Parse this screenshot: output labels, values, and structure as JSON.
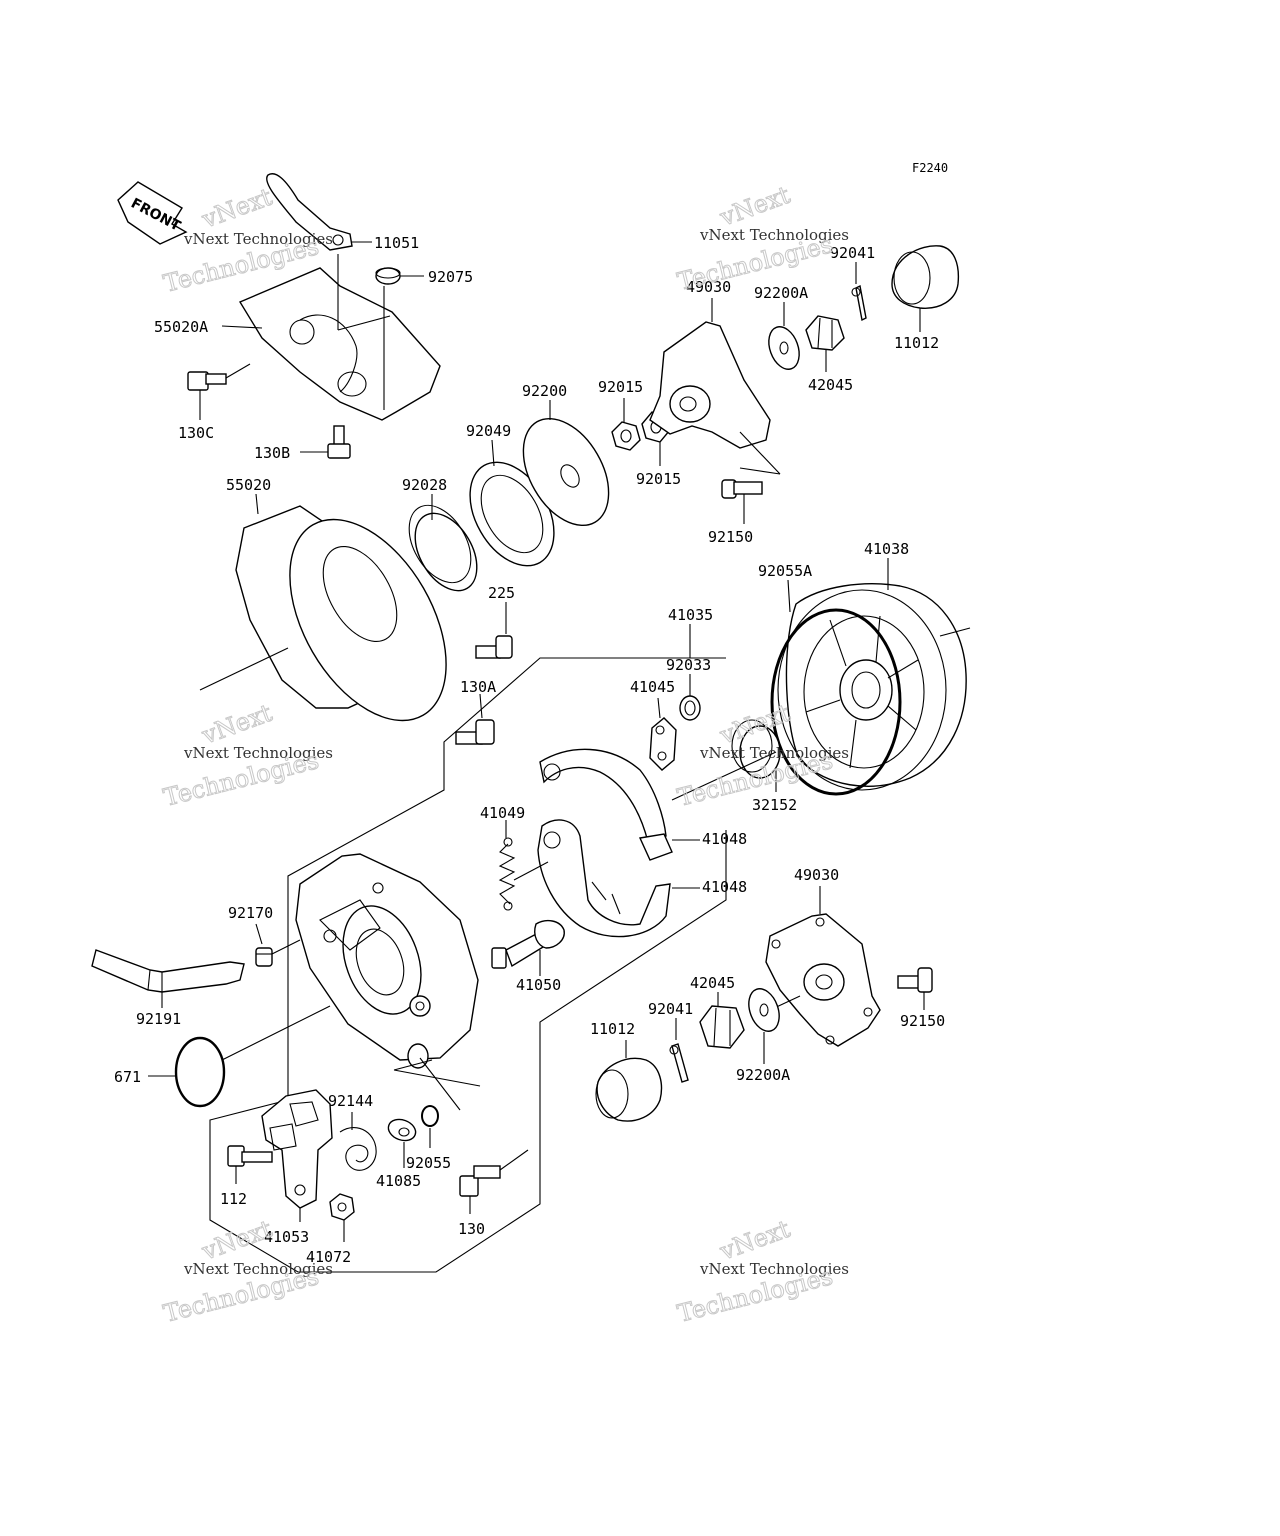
{
  "diagram": {
    "code": "F2240",
    "front_label": "FRONT",
    "watermark": {
      "line1": "vNext Technologies",
      "line2": "vNext",
      "line3": "Technologies"
    },
    "parts": {
      "p11051": "11051",
      "p92075": "92075",
      "p55020A": "55020A",
      "p130C": "130C",
      "p130B": "130B",
      "p55020": "55020",
      "p92028": "92028",
      "p92049": "92049",
      "p92200": "92200",
      "p92015a": "92015",
      "p92015b": "92015",
      "p49030a": "49030",
      "p92200Aa": "92200A",
      "p92041a": "92041",
      "p42045a": "42045",
      "p11012a": "11012",
      "p92150a": "92150",
      "p41038": "41038",
      "p92055A": "92055A",
      "p225": "225",
      "p41035": "41035",
      "p92033": "92033",
      "p41045": "41045",
      "p130A": "130A",
      "p32152": "32152",
      "p41049": "41049",
      "p41048a": "41048",
      "p41048b": "41048",
      "p92170": "92170",
      "p41050": "41050",
      "p49030b": "49030",
      "p42045b": "42045",
      "p92041b": "92041",
      "p11012b": "11012",
      "p92150b": "92150",
      "p92200Ab": "92200A",
      "p92191": "92191",
      "p671": "671",
      "p92144": "92144",
      "p92055": "92055",
      "p41085": "41085",
      "p112": "112",
      "p130": "130",
      "p41053": "41053",
      "p41072": "41072"
    }
  }
}
